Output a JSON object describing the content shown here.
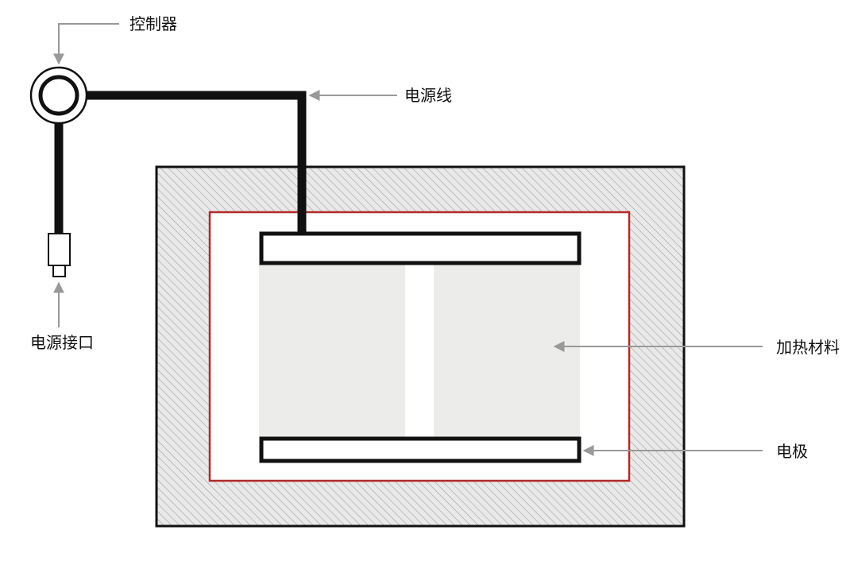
{
  "labels": {
    "controller": "控制器",
    "power_cord": "电源线",
    "power_port": "电源接口",
    "heating_material": "加热材料",
    "electrode": "电极"
  },
  "colors": {
    "outline": "#111111",
    "cable": "#111111",
    "hatch_background": "#e9e9e9",
    "hatch_line": "#9a9a9a",
    "chamber_border": "#b22a2a",
    "material_fill": "#ececea",
    "electrode_fill": "#ffffff",
    "arrow": "#999999"
  },
  "icons": {
    "controller": "ring-knob-icon",
    "power_port": "plug-connector-icon"
  }
}
